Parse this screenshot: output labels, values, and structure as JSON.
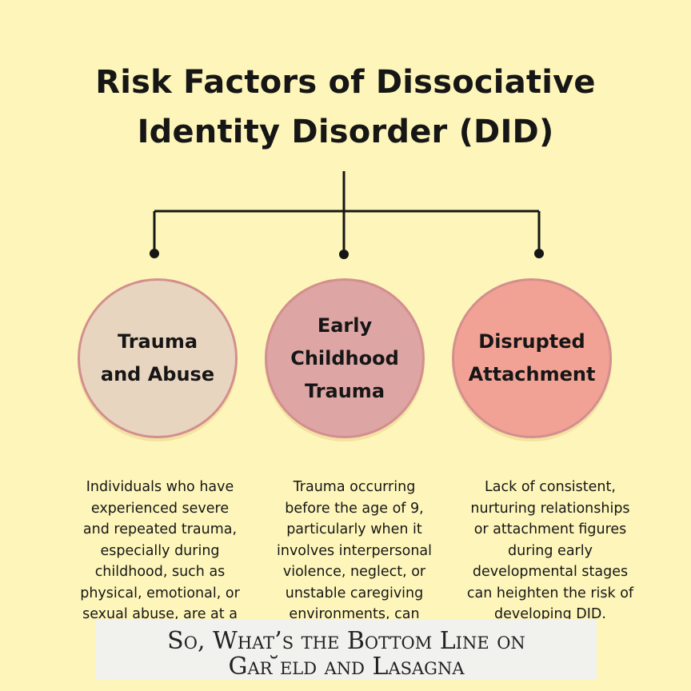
{
  "title": {
    "line1": "Risk Factors of Dissociative",
    "line2": "Identity Disorder (DID)"
  },
  "nodes": [
    {
      "label": "Trauma\nand Abuse",
      "description": "Individuals who have\nexperienced severe\nand repeated trauma,\nespecially during\nchildhood, such as\nphysical, emotional, or\nsexual abuse, are at a"
    },
    {
      "label": "Early\nChildhood\nTrauma",
      "description": "Trauma occurring\nbefore the age of 9,\nparticularly when it\ninvolves interpersonal\nviolence, neglect, or\nunstable caregiving\nenvironments, can"
    },
    {
      "label": "Disrupted\nAttachment",
      "description": "Lack of consistent,\nnurturing relationships\nor attachment figures\nduring early\ndevelopmental stages\ncan heighten the risk of\ndeveloping DID."
    }
  ],
  "banner": {
    "line1": "So, What’s the Bottom Line on",
    "line2": "Gar ̆eld and Lasagna"
  },
  "colors": {
    "background": "#fdf5b9",
    "node1": "#e8d5bf",
    "node2": "#dda5a3",
    "node3": "#f1a294",
    "node_border": "#d38f8f",
    "banner_bg": "#f1f1ee"
  }
}
